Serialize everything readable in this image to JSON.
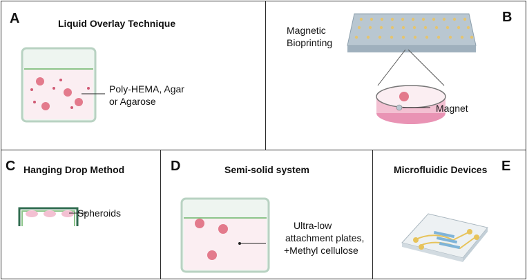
{
  "panels": {
    "a": {
      "letter": "A",
      "title": "Liquid Overlay Technique",
      "label_line1": "Poly-HEMA, Agar",
      "label_line2": "or Agarose"
    },
    "b": {
      "letter": "B",
      "title_line1": "Magnetic",
      "title_line2": "Bioprinting",
      "label": "Magnet"
    },
    "c": {
      "letter": "C",
      "title": "Hanging Drop Method",
      "label": "Spheroids"
    },
    "d": {
      "letter": "D",
      "title": "Semi-solid system",
      "label_line1": "Ultra-low",
      "label_line2": "attachment plates,",
      "label_line3": "+Methyl cellulose"
    },
    "e": {
      "letter": "E",
      "title": "Microfluidic Devices"
    }
  },
  "colors": {
    "border": "#2a2a2a",
    "medium": "#fbeef2",
    "container_wall": "#cfe3d6",
    "meniscus": "#8cc58a",
    "spheroid": "#e37a8c",
    "dish": "#e993b4",
    "plate": "#b9c7d1",
    "device_channel": "#e7c35a"
  }
}
